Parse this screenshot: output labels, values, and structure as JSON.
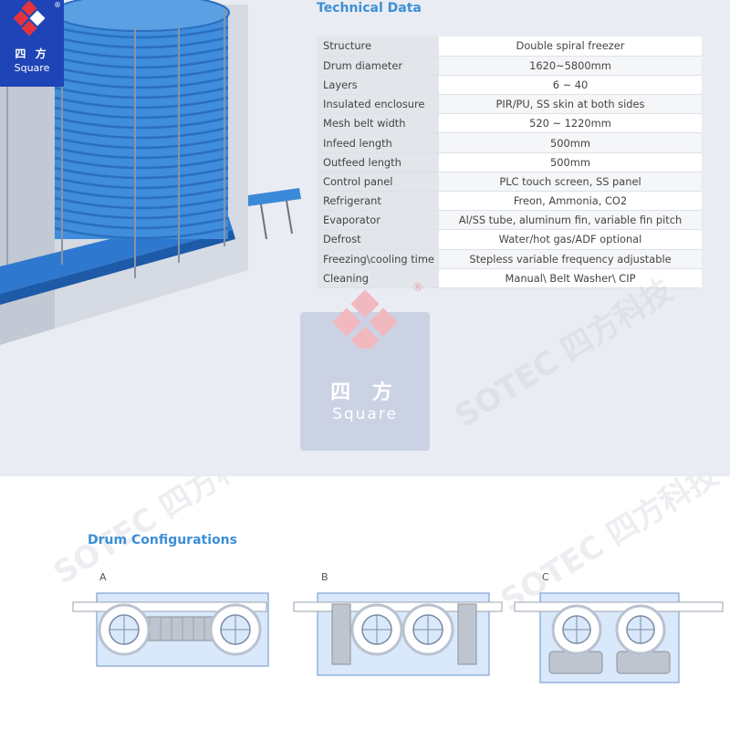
{
  "logo": {
    "cn": "四 方",
    "en": "Square",
    "reg": "®"
  },
  "technical_data": {
    "title": "Technical Data",
    "rows": [
      {
        "label": "Structure",
        "value": "Double spiral freezer"
      },
      {
        "label": "Drum diameter",
        "value": "1620~5800mm"
      },
      {
        "label": "Layers",
        "value": "6 ~ 40"
      },
      {
        "label": "Insulated enclosure",
        "value": "PIR/PU, SS skin at both sides"
      },
      {
        "label": "Mesh belt width",
        "value": "520 ~ 1220mm"
      },
      {
        "label": "Infeed length",
        "value": "500mm"
      },
      {
        "label": "Outfeed length",
        "value": "500mm"
      },
      {
        "label": "Control panel",
        "value": "PLC touch screen, SS panel"
      },
      {
        "label": "Refrigerant",
        "value": "Freon, Ammonia, CO2"
      },
      {
        "label": "Evaporator",
        "value": "Al/SS tube, aluminum fin, variable fin pitch"
      },
      {
        "label": "Defrost",
        "value": "Water/hot gas/ADF optional"
      },
      {
        "label": "Freezing\\cooling time",
        "value": "Stepless variable frequency adjustable"
      },
      {
        "label": "Cleaning",
        "value": "Manual\\ Belt Washer\\ CIP"
      }
    ]
  },
  "watermark": {
    "cn": "四 方",
    "en": "Square",
    "reg": "®"
  },
  "background_watermark": "SOTEC 四方科技",
  "drum_configurations": {
    "title": "Drum Configurations",
    "labels": [
      "A",
      "B",
      "C"
    ]
  },
  "colors": {
    "accent": "#3c8fd6",
    "logo_blue": "#1f44b8",
    "drum_blue": "#3b8ad9",
    "config_fill": "#d9e8fb",
    "config_stroke": "#7fa3d6"
  }
}
